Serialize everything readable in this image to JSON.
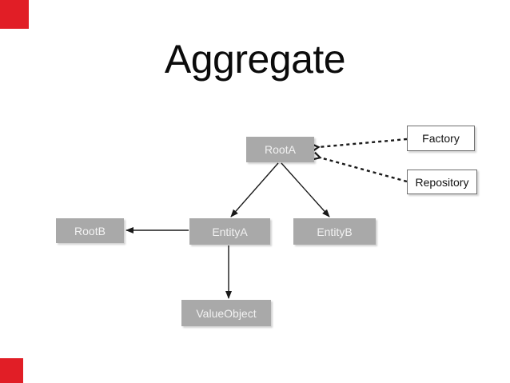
{
  "slide": {
    "title": "Aggregate",
    "background_color": "#ffffff",
    "title_color": "#0b0b0b",
    "accent_red": "#e11e26"
  },
  "diagram": {
    "node_fill": "#a9a9a9",
    "node_label_color": "#f2f2f2",
    "outline_fill": "#ffffff",
    "outline_border_color": "#6f6f6f",
    "outline_label_color": "#111111",
    "edge_color": "#1a1a1a",
    "nodes": {
      "rootA": {
        "label": "RootA",
        "style": "gray"
      },
      "rootB": {
        "label": "RootB",
        "style": "gray"
      },
      "entityA": {
        "label": "EntityA",
        "style": "gray"
      },
      "entityB": {
        "label": "EntityB",
        "style": "gray"
      },
      "valueObject": {
        "label": "ValueObject",
        "style": "gray"
      },
      "factory": {
        "label": "Factory",
        "style": "outline"
      },
      "repository": {
        "label": "Repository",
        "style": "outline"
      }
    },
    "edges": [
      {
        "from": "RootA",
        "to": "EntityA",
        "line": "solid",
        "arrow": "filled"
      },
      {
        "from": "RootA",
        "to": "EntityB",
        "line": "solid",
        "arrow": "filled"
      },
      {
        "from": "EntityA",
        "to": "RootB",
        "line": "solid",
        "arrow": "filled"
      },
      {
        "from": "EntityA",
        "to": "ValueObject",
        "line": "solid",
        "arrow": "filled"
      },
      {
        "from": "Factory",
        "to": "RootA",
        "line": "dashed",
        "arrow": "open"
      },
      {
        "from": "Repository",
        "to": "RootA",
        "line": "dashed",
        "arrow": "open"
      }
    ]
  }
}
